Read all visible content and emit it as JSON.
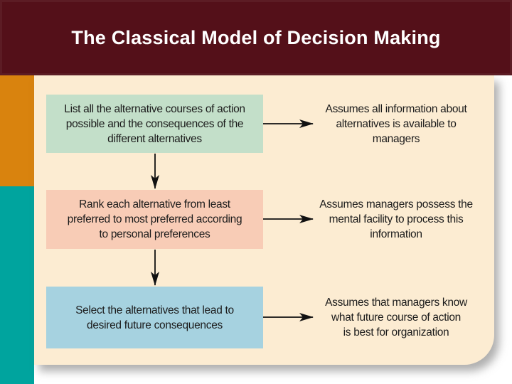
{
  "slide": {
    "title": "The Classical Model of Decision Making",
    "colors": {
      "header_bg": "#541019",
      "title_text": "#ffffff",
      "sidebar_orange": "#d9830e",
      "sidebar_teal": "#00a49e",
      "content_bg": "#fcecd2",
      "step1_bg": "#c3dfc9",
      "step2_bg": "#f8ccb6",
      "step3_bg": "#a6d2e0",
      "body_text": "#1b1b1b",
      "arrow": "#111111"
    },
    "flowchart": {
      "steps": [
        {
          "text": "List all the alternative courses of action\npossible and the consequences of the\ndifferent alternatives"
        },
        {
          "text": "Rank each alternative from least\npreferred to most preferred according\nto personal preferences"
        },
        {
          "text": "Select the alternatives that lead to\ndesired future consequences"
        }
      ],
      "assumptions": [
        {
          "text": "Assumes all information about\nalternatives is available to\nmanagers"
        },
        {
          "text": "Assumes managers possess the\nmental facility to process this\ninformation"
        },
        {
          "text": "Assumes that managers know\nwhat future course of action\nis best for organization"
        }
      ]
    }
  }
}
